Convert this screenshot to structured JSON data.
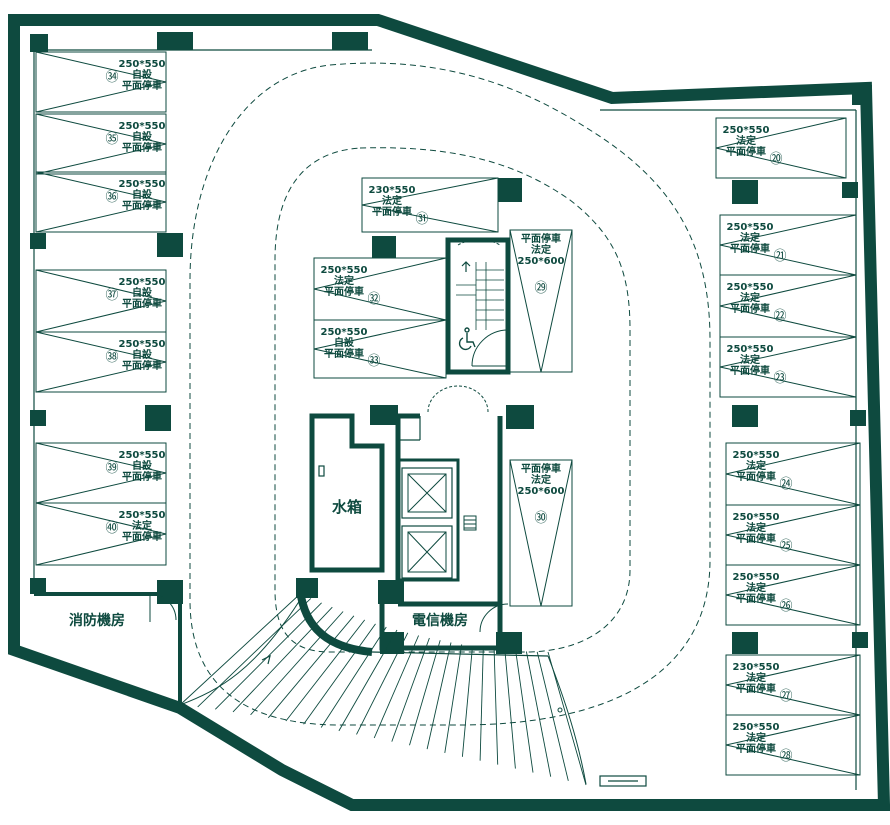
{
  "colors": {
    "ink": "#0e4a3f",
    "paper": "#ffffff"
  },
  "rooms": {
    "water_tank": "水箱",
    "fire_room": "消防機房",
    "telecom_room": "電信機房"
  },
  "stalls": [
    {
      "id": "34",
      "lines": [
        "250*550",
        "自設",
        "平面停車"
      ]
    },
    {
      "id": "35",
      "lines": [
        "250*550",
        "自設",
        "平面停車"
      ]
    },
    {
      "id": "36",
      "lines": [
        "250*550",
        "自設",
        "平面停車"
      ]
    },
    {
      "id": "37",
      "lines": [
        "250*550",
        "自設",
        "平面停車"
      ]
    },
    {
      "id": "38",
      "lines": [
        "250*550",
        "自設",
        "平面停車"
      ]
    },
    {
      "id": "39",
      "lines": [
        "250*550",
        "自設",
        "平面停車"
      ]
    },
    {
      "id": "40",
      "lines": [
        "250*550",
        "法定",
        "平面停車"
      ]
    },
    {
      "id": "31",
      "lines": [
        "230*550",
        "法定",
        "平面停車"
      ]
    },
    {
      "id": "32",
      "lines": [
        "250*550",
        "法定",
        "平面停車"
      ]
    },
    {
      "id": "33",
      "lines": [
        "250*550",
        "自設",
        "平面停車"
      ]
    },
    {
      "id": "29",
      "lines": [
        "平面停車",
        "法定",
        "250*600"
      ]
    },
    {
      "id": "30",
      "lines": [
        "平面停車",
        "法定",
        "250*600"
      ]
    },
    {
      "id": "20",
      "lines": [
        "250*550",
        "法定",
        "平面停車"
      ]
    },
    {
      "id": "21",
      "lines": [
        "250*550",
        "法定",
        "平面停車"
      ]
    },
    {
      "id": "22",
      "lines": [
        "250*550",
        "法定",
        "平面停車"
      ]
    },
    {
      "id": "23",
      "lines": [
        "250*550",
        "法定",
        "平面停車"
      ]
    },
    {
      "id": "24",
      "lines": [
        "250*550",
        "法定",
        "平面停車"
      ]
    },
    {
      "id": "25",
      "lines": [
        "250*550",
        "法定",
        "平面停車"
      ]
    },
    {
      "id": "26",
      "lines": [
        "250*550",
        "法定",
        "平面停車"
      ]
    },
    {
      "id": "27",
      "lines": [
        "230*550",
        "法定",
        "平面停車"
      ]
    },
    {
      "id": "28",
      "lines": [
        "250*550",
        "法定",
        "平面停車"
      ]
    }
  ],
  "icons": {
    "accessible": "wheelchair-icon",
    "stair_arrow": "up-arrow-icon"
  }
}
